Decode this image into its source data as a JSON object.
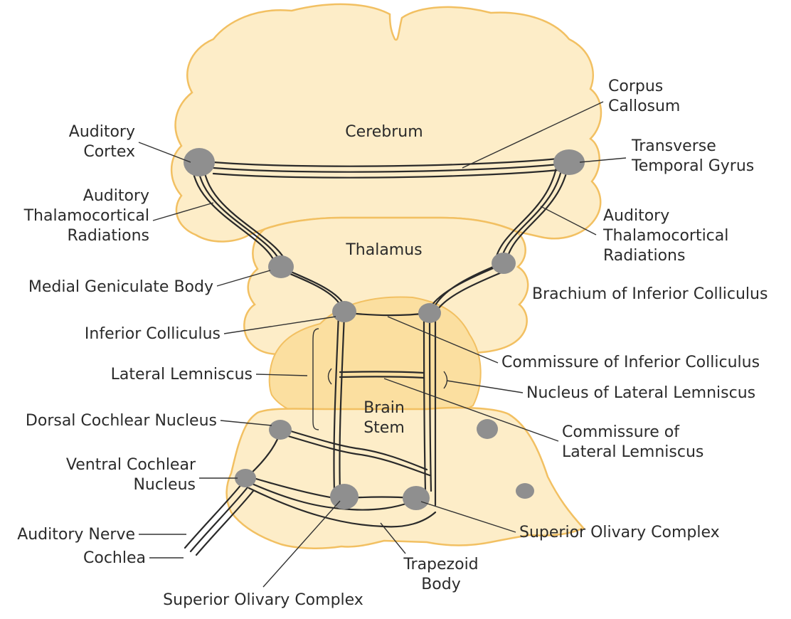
{
  "colors": {
    "tissue_fill": "#fdedc8",
    "inner_fill": "#fbdfa0",
    "outline": "#f2c062",
    "nucleus": "#8f8f8f",
    "tract": "#2a2a2a",
    "leader": "#333333"
  },
  "regions": {
    "cerebrum": "Cerebrum",
    "thalamus": "Thalamus",
    "brain_stem": "Brain\nStem"
  },
  "labels": {
    "auditory_cortex": "Auditory\nCortex",
    "auditory_thalamocortical_radiations_left": "Auditory\nThalamocortical\nRadiations",
    "medial_geniculate_body": "Medial Geniculate Body",
    "inferior_colliculus": "Inferior Colliculus",
    "lateral_lemniscus": "Lateral Lemniscus",
    "dorsal_cochlear_nucleus": "Dorsal Cochlear Nucleus",
    "ventral_cochlear_nucleus": "Ventral Cochlear\nNucleus",
    "auditory_nerve": "Auditory Nerve",
    "cochlea": "Cochlea",
    "superior_olivary_complex_bottom": "Superior Olivary Complex",
    "trapezoid_body": "Trapezoid\nBody",
    "superior_olivary_complex_right": "Superior Olivary Complex",
    "commissure_of_lateral_lemniscus": "Commissure of\nLateral Lemniscus",
    "nucleus_of_lateral_lemniscus": "Nucleus of Lateral Lemniscus",
    "commissure_of_inferior_colliculus": "Commissure of Inferior Colliculus",
    "brachium_of_inferior_colliculus": "Brachium of Inferior Colliculus",
    "auditory_thalamocortical_radiations_right": "Auditory\nThalamocortical\nRadiations",
    "transverse_temporal_gyrus": "Transverse\nTemporal Gyrus",
    "corpus_callosum": "Corpus\nCallosum"
  }
}
